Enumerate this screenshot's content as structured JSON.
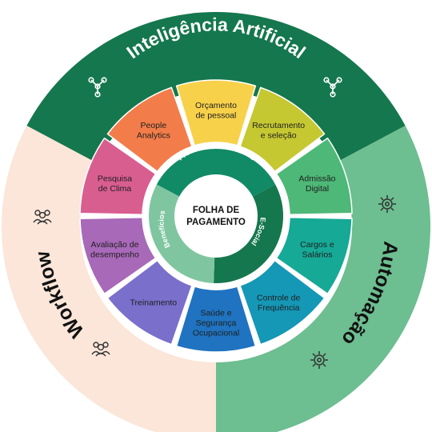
{
  "outer": {
    "top": "Inteligência Artificial",
    "left": "Workflow",
    "right": "Automação"
  },
  "center": {
    "line1": "FOLHA DE",
    "line2": "PAGAMENTO"
  },
  "ring": {
    "processes": "Processos trabalhistas",
    "esocial": "E-Social",
    "benefits": "Benefícios"
  },
  "segments": [
    {
      "lines": [
        "Orçamento",
        "de pessoal"
      ],
      "color": "#F7D14A"
    },
    {
      "lines": [
        "Recrutamento",
        "e seleção"
      ],
      "color": "#C6C832"
    },
    {
      "lines": [
        "Admissão",
        "Digital"
      ],
      "color": "#4DB877"
    },
    {
      "lines": [
        "Cargos e",
        "Salários"
      ],
      "color": "#16A996"
    },
    {
      "lines": [
        "Controle de",
        "Frequência"
      ],
      "color": "#1597B6"
    },
    {
      "lines": [
        "Saúde e",
        "Segurança",
        "Ocupacional"
      ],
      "color": "#1F73C0"
    },
    {
      "lines": [
        "Treinamento"
      ],
      "color": "#7A6FCB"
    },
    {
      "lines": [
        "Avaliação de",
        "desempenho"
      ],
      "color": "#A869B9"
    },
    {
      "lines": [
        "Pesquisa",
        "de Clima"
      ],
      "color": "#D95E90"
    },
    {
      "lines": [
        "People",
        "Analytics"
      ],
      "color": "#F27D4A"
    }
  ],
  "colors": {
    "dark_green": "#15774D",
    "light_green": "#6DBE90",
    "peach": "#FBE6D9",
    "ring_teal": "#118A66",
    "ring_light": "#7FC6A0"
  },
  "icons": [
    "network-icon",
    "users-icon",
    "gear-icon"
  ]
}
